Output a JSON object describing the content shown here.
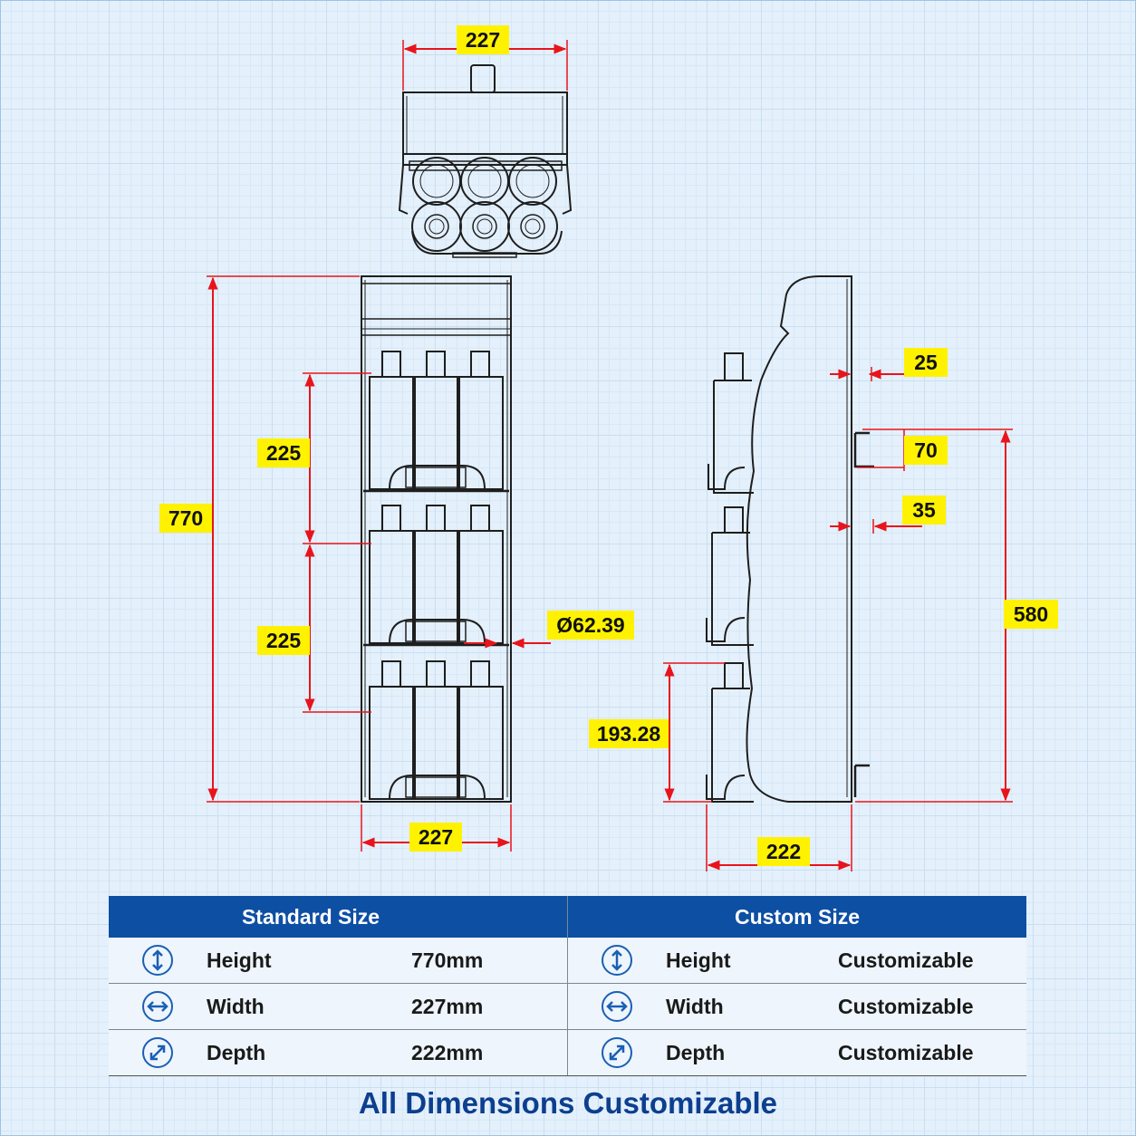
{
  "dimensions": {
    "top_width": "227",
    "front_height": "770",
    "shelf_gap_upper": "225",
    "shelf_gap_lower": "225",
    "hole_diameter": "Ø62.39",
    "front_width": "227",
    "side_offset_top": "25",
    "side_bracket": "70",
    "side_offset_mid": "35",
    "side_mount_height": "580",
    "side_bottom_shelf": "193.28",
    "side_depth": "222"
  },
  "table": {
    "standard_header": "Standard Size",
    "custom_header": "Custom Size",
    "rows": [
      {
        "icon": "vertical-arrow-icon",
        "label": "Height",
        "standard": "770mm",
        "custom_label": "Height",
        "custom": "Customizable"
      },
      {
        "icon": "horizontal-arrow-icon",
        "label": "Width",
        "standard": "227mm",
        "custom_label": "Width",
        "custom": "Customizable"
      },
      {
        "icon": "diagonal-arrow-icon",
        "label": "Depth",
        "standard": "222mm",
        "custom_label": "Depth",
        "custom": "Customizable"
      }
    ]
  },
  "footer": "All Dimensions Customizable",
  "colors": {
    "dimension_line": "#e8141b",
    "dimension_label_bg": "#fff200",
    "header_bg": "#0d4fa3",
    "footer_text": "#0d3f8f",
    "outline": "#1e1e1e"
  }
}
